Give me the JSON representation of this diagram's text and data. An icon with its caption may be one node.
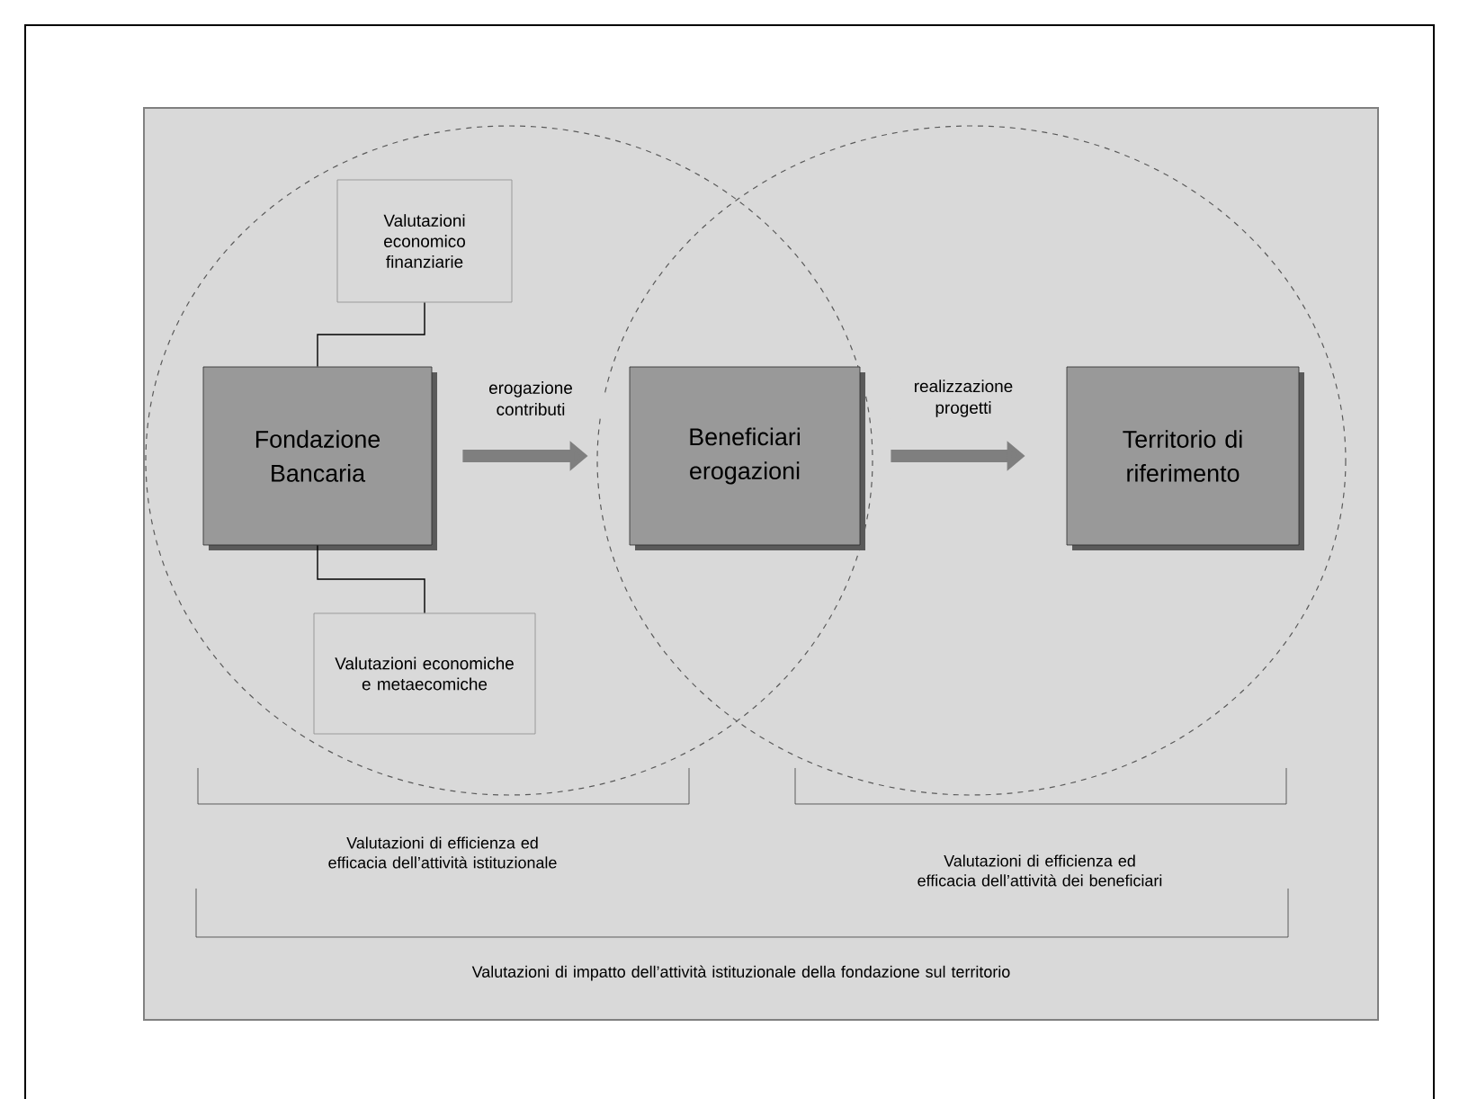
{
  "diagram": {
    "nodes": [
      {
        "text": [
          "Fondazione Bancaria"
        ]
      },
      {
        "text": [
          "Valutazioni economico finanziarie"
        ]
      },
      {
        "text": [
          "Valutazioni economiche e metaecomiche"
        ]
      },
      {
        "text": [
          "Beneficiari erogazioni"
        ]
      },
      {
        "text": [
          "Territorio di riferimento"
        ]
      }
    ],
    "edges": [
      {
        "from": 1,
        "to": 0,
        "arrow": "none"
      },
      {
        "from": 0,
        "to": 2,
        "arrow": "none"
      },
      {
        "from": 0,
        "to": 3,
        "arrow": "to",
        "label": "erogazione contributi",
        "style": "thick",
        "color": "#7f7f7f"
      },
      {
        "from": 3,
        "to": 4,
        "arrow": "to",
        "label": "realizzazione progetti",
        "style": "thick",
        "color": "#7f7f7f"
      }
    ],
    "labels": [
      "Valutazioni di efficienza ed efficacia dell’attività istituzionale",
      "Valutazioni di efficienza ed efficacia dell’attività dei beneficiari",
      "Valutazioni di impatto dell’attività istituzionale della fondazione sul territorio"
    ]
  }
}
